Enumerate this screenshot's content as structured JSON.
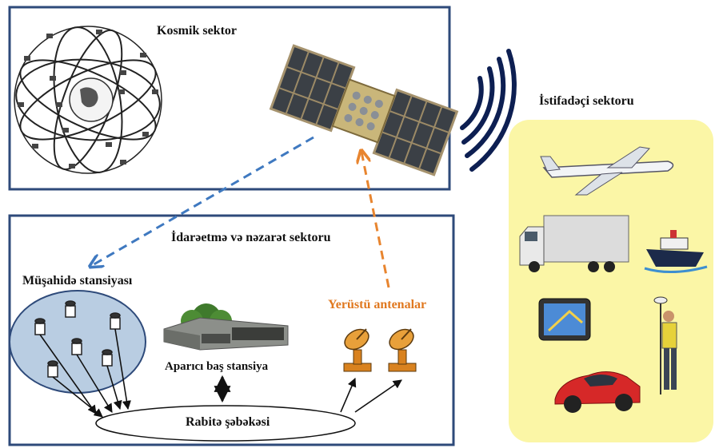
{
  "sectors": {
    "space": {
      "title": "Kosmik sektor"
    },
    "user": {
      "title": "İstifadəçi sektoru"
    },
    "control": {
      "title": "İdarəetmə və nəzarət sektoru",
      "monitor_label": "Müşahidə stansiyası",
      "master_label": "Aparıcı baş stansiya",
      "antenna_label": "Yerüstü antenalar",
      "network_label": "Rabitə şəbəkəsi"
    }
  },
  "colors": {
    "frame": "#2e4a7a",
    "user_bg": "#fbf6a6",
    "monitor_circle": "#b9cde2",
    "dashed_blue": "#3f79c0",
    "dashed_orange": "#e8852f",
    "antenna_label": "#e0781f",
    "signal_waves": "#0d1f52"
  }
}
